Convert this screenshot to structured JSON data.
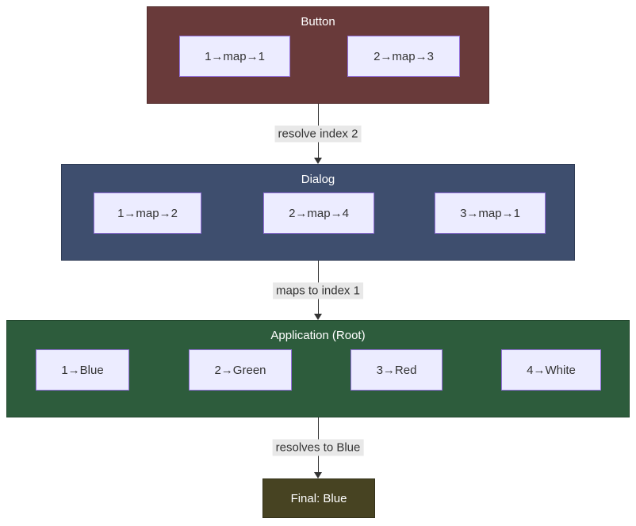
{
  "layers": [
    {
      "title": "Button",
      "color": "#693a3a",
      "nodes": [
        "1→map→1",
        "2→map→3"
      ]
    },
    {
      "title": "Dialog",
      "color": "#3e4e6e",
      "nodes": [
        "1→map→2",
        "2→map→4",
        "3→map→1"
      ]
    },
    {
      "title": "Application (Root)",
      "color": "#2d5c3c",
      "nodes": [
        "1→Blue",
        "2→Green",
        "3→Red",
        "4→White"
      ]
    }
  ],
  "edges": [
    {
      "label": "resolve index 2"
    },
    {
      "label": "maps to index 1"
    },
    {
      "label": "resolves to Blue"
    }
  ],
  "final": {
    "label": "Final: Blue",
    "color": "#474322"
  },
  "colors": {
    "node_fill": "#ECECFF",
    "node_border": "#9370DB",
    "edge_label_bg": "#e8e8e8",
    "arrow": "#333333",
    "background": "#ffffff"
  }
}
